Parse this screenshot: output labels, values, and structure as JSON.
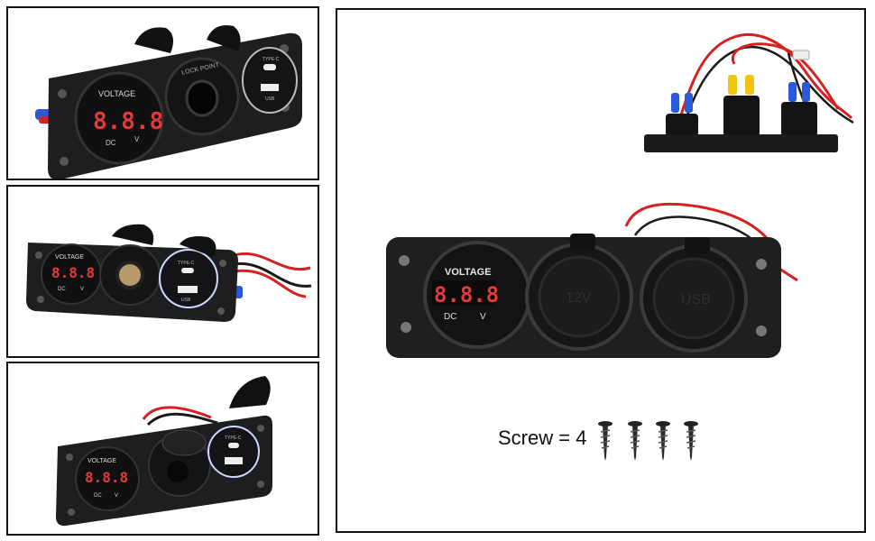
{
  "panels": {
    "top_left": {
      "meter_label": "VOLTAGE",
      "digits": "8.8.8",
      "dc": "DC",
      "v": "V",
      "lock_point": "LOCK POINT",
      "typec": "TYPE-C",
      "usb": "USB"
    },
    "middle_left": {
      "meter_label": "VOLTAGE",
      "digits": "8.8.8",
      "dc": "DC",
      "v": "V",
      "typec": "TYPE-C",
      "usb": "USB"
    },
    "bottom_left": {
      "meter_label": "VOLTAGE",
      "digits": "8.8.8",
      "dc": "DC",
      "v": "V",
      "typec": "TYPE-C"
    },
    "main": {
      "meter_label": "VOLTAGE",
      "digits": "8.8.8",
      "dc": "DC",
      "v": "V",
      "cap_12v": "12V",
      "cap_usb": "USB",
      "screw_text": "Screw = 4"
    }
  },
  "colors": {
    "panel": "#1c1c1e",
    "digits": "#e23a3a",
    "wire_red": "#d42222",
    "wire_black": "#1a1a1a",
    "terminal_blue": "#2a5ad8",
    "terminal_yellow": "#f2c40f",
    "frame_border": "#111111"
  }
}
